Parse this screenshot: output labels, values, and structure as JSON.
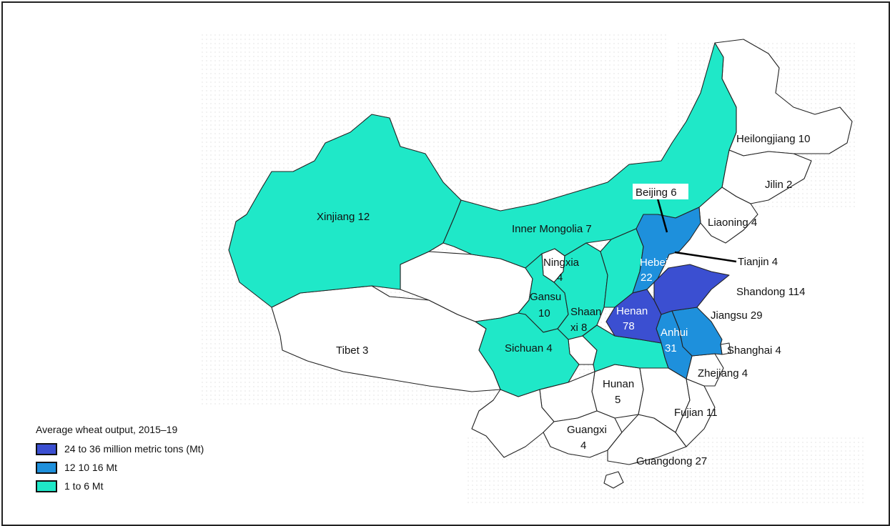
{
  "colors": {
    "high": "#3b4fd1",
    "mid": "#1e90dc",
    "low": "#1fe8c8",
    "none": "#ffffff"
  },
  "legend": {
    "title": "Average wheat output, 2015–19",
    "items": [
      {
        "label": "24 to 36 million metric tons (Mt)",
        "color": "#3b4fd1"
      },
      {
        "label": "12 10 16 Mt",
        "color": "#1e90dc"
      },
      {
        "label": "1 to 6 Mt",
        "color": "#1fe8c8"
      }
    ]
  },
  "labels": {
    "heilongjiang": "Heilongjiang 10",
    "jilin": "Jilin 2",
    "beijing": "Beijing 6",
    "liaoning": "Liaoning 4",
    "tianjin": "Tianjin 4",
    "xinjiang": "Xinjiang 12",
    "inner_mongolia": "Inner Mongolia 7",
    "ningxia_1": "Ningxia",
    "ningxia_2": "4",
    "hebei_1": "Hebei",
    "hebei_2": "22",
    "shandong": "Shandong 114",
    "gansu_1": "Gansu",
    "gansu_2": "10",
    "shaanxi_1": "Shaan",
    "shaanxi_2": "xi 8",
    "henan_1": "Henan",
    "henan_2": "78",
    "jiangsu": "Jiangsu 29",
    "anhui_1": "Anhui",
    "anhui_2": "31",
    "tibet": "Tibet 3",
    "sichuan": "Sichuan 4",
    "shanghai": "Shanghai 4",
    "zhejiang": "Zhejiang 4",
    "hunan_1": "Hunan",
    "hunan_2": "5",
    "fujian": "Fujian 11",
    "guangxi_1": "Guangxi",
    "guangxi_2": "4",
    "guangdong": "Guangdong 27"
  }
}
